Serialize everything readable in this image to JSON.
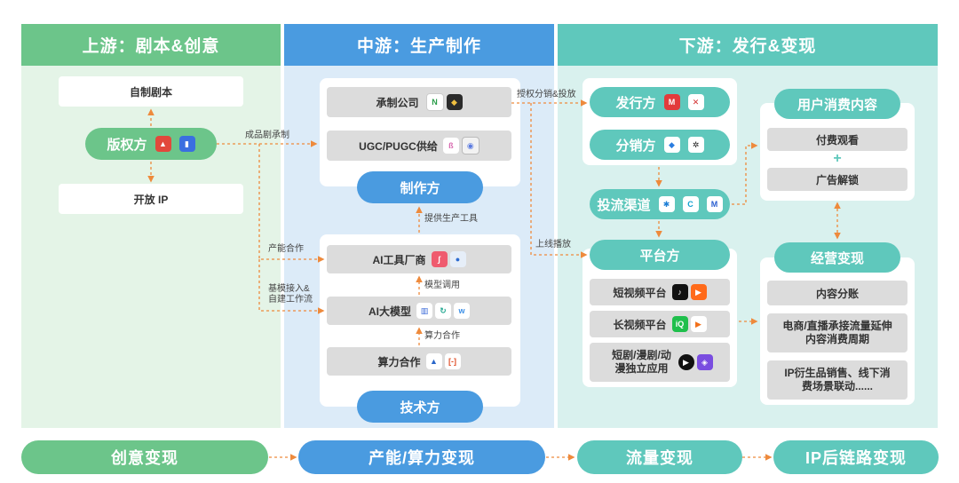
{
  "upstream": {
    "header": "上游：剧本&创意",
    "top_box": "自制剧本",
    "copyright_pill": "版权方",
    "bottom_box": "开放 IP"
  },
  "midstream": {
    "header": "中游：生产制作",
    "production_items": [
      "承制公司",
      "UGC/PUGC供给"
    ],
    "producer_pill": "制作方",
    "tech_items": [
      "AI工具厂商",
      "AI大模型",
      "算力合作"
    ],
    "tech_pill": "技术方",
    "label_tools": "提供生产工具",
    "label_model": "模型调用",
    "label_compute": "算力合作"
  },
  "downstream": {
    "header": "下游：发行&变现",
    "publisher_pill": "发行方",
    "distributor_pill": "分销方",
    "traffic_pill": "投流渠道",
    "platform_pill": "平台方",
    "platform_items": [
      "短视频平台",
      "长视频平台",
      "短剧/漫剧/动漫独立应用"
    ],
    "consumption_pill": "用户消费内容",
    "consumption_items": [
      "付费观看",
      "广告解锁"
    ],
    "plus_sign": "+",
    "monetize_pill": "经营变现",
    "monetize_items": [
      "内容分账",
      "电商/直播承接流量延伸内容消费周期",
      "IP衍生品销售、线下消费场景联动......"
    ]
  },
  "flow_labels": {
    "finished_drama": "成品剧承制",
    "capacity": "产能合作",
    "base_model": "基模接入&自建工作流",
    "license": "授权分销&投放",
    "release": "上线播放"
  },
  "bottom_bar": [
    "创意变现",
    "产能/算力变现",
    "流量变现",
    "IP后链路变现"
  ],
  "colors": {
    "green": "#6cc58a",
    "green_bg": "#e4f4e7",
    "blue": "#4a9be0",
    "blue_bg": "#dcebf8",
    "teal": "#5fc8bc",
    "teal_bg": "#d9f1ee",
    "arrow": "#ee8a3c"
  }
}
